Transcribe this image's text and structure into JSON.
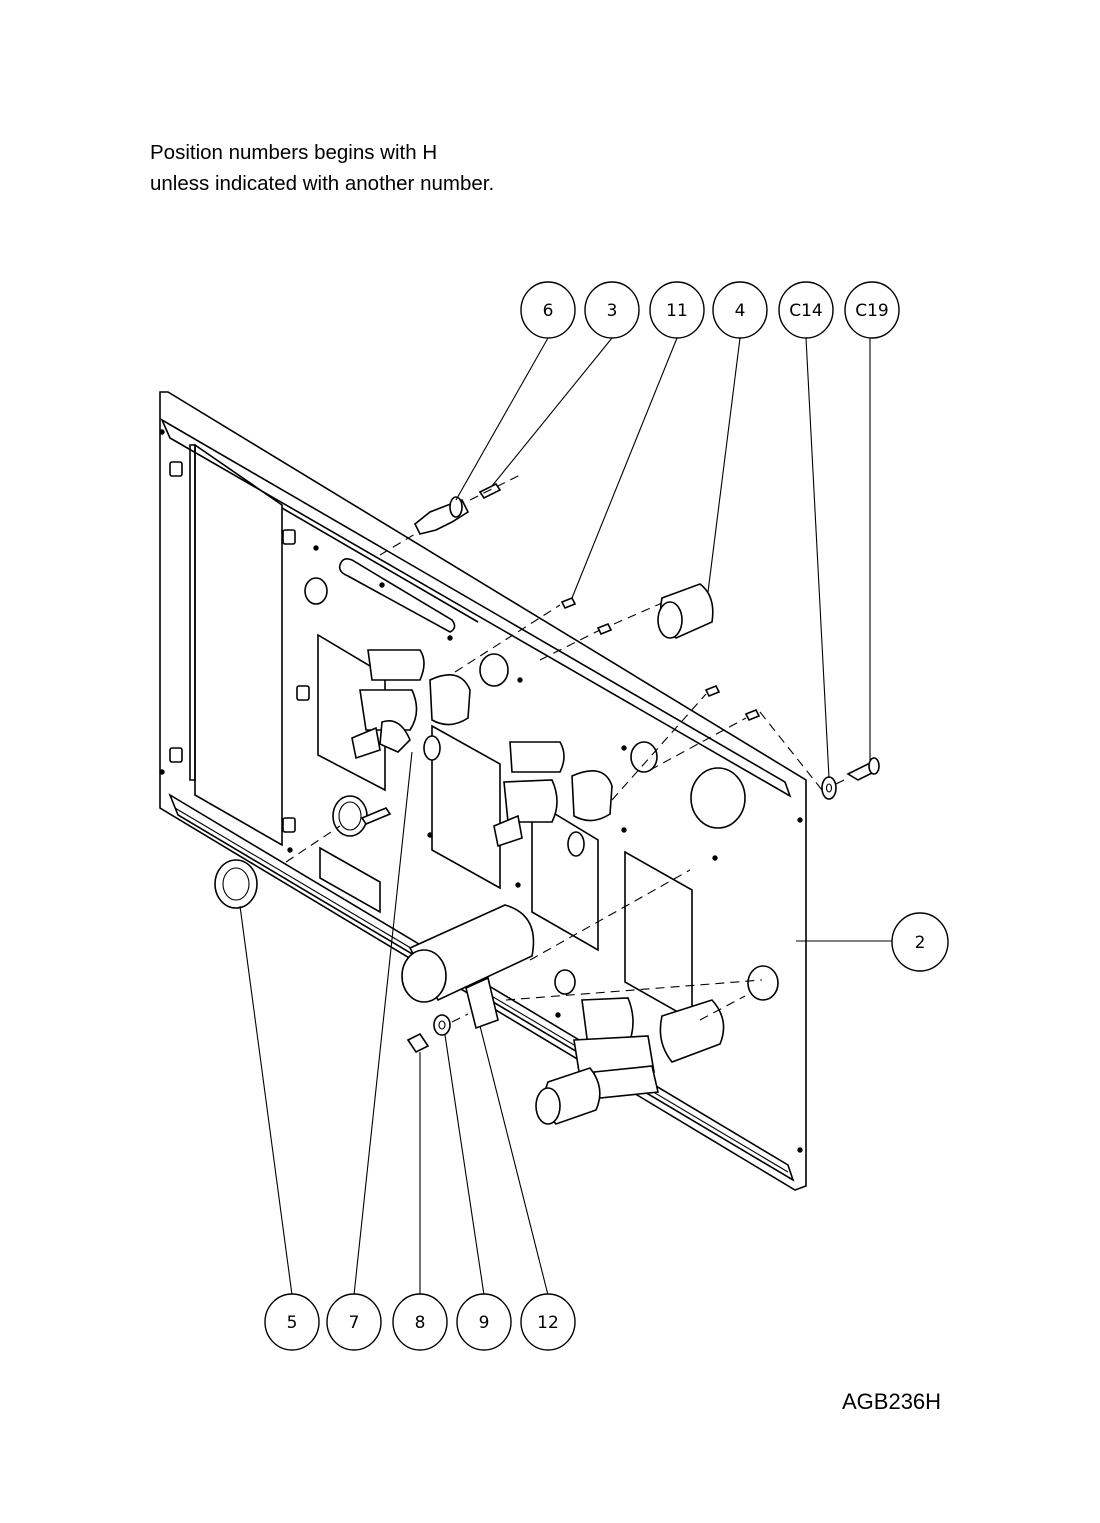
{
  "note": {
    "line1": "Position numbers begins with H",
    "line2": "unless indicated with another number."
  },
  "document_id": "AGB236H",
  "callouts": {
    "top": [
      "6",
      "3",
      "11",
      "4",
      "C14",
      "C19"
    ],
    "right": [
      "2"
    ],
    "bottom": [
      "5",
      "7",
      "8",
      "9",
      "12"
    ]
  }
}
